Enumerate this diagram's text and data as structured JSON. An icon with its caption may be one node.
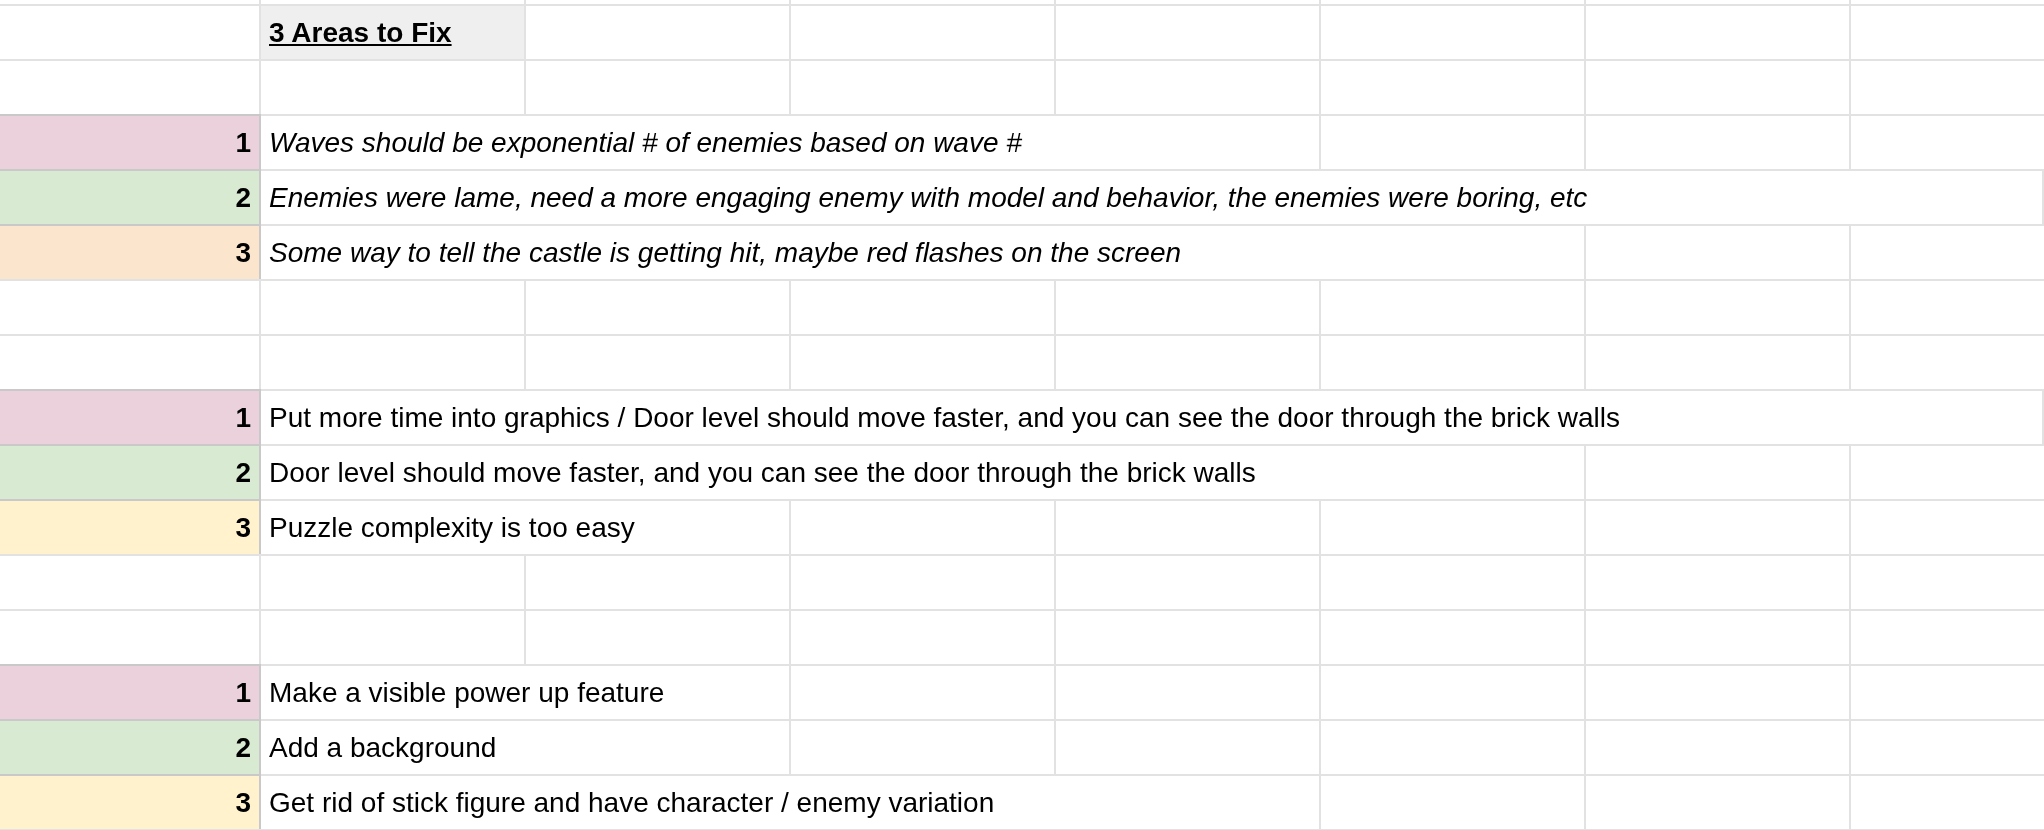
{
  "diagram": {
    "title": "3 Areas to Fix",
    "labels": [
      "1",
      "Waves should be exponential # of enemies based on wave #",
      "2",
      "Enemies were lame, need a more engaging enemy with model and behavior, the enemies were boring, etc",
      "3",
      "Some way to tell the castle is getting hit, maybe red flashes on the screen",
      "1",
      "Put more time into graphics / Door level should move faster, and you can see the door through the brick walls",
      "2",
      "Door level should move faster, and you can see the door through the brick walls",
      "3",
      "Puzzle complexity is too easy",
      "1",
      "Make a visible power up feature",
      "2",
      "Add a background",
      "3",
      "Get rid of stick figure and have character / enemy variation"
    ]
  }
}
